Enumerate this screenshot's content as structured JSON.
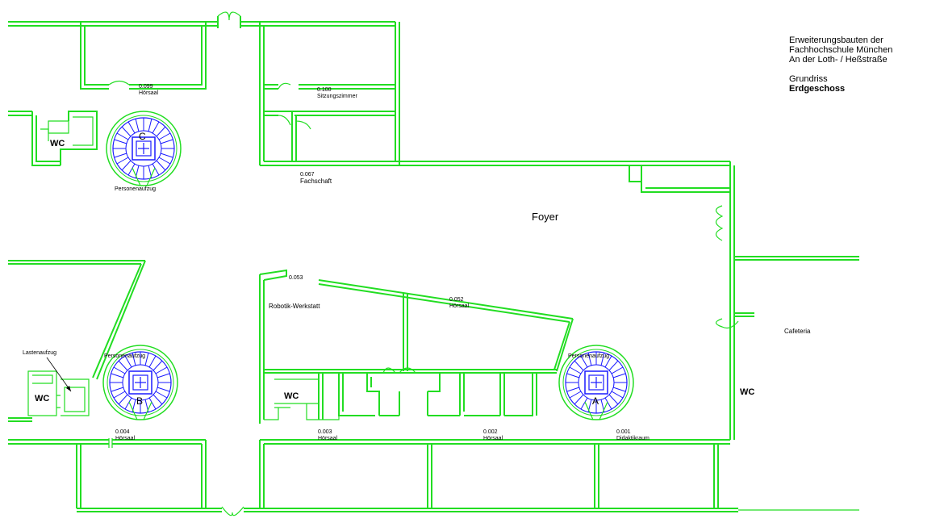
{
  "title_block": {
    "line1": "Erweiterungsbauten der",
    "line2": "Fachhochschule München",
    "line3": "An der Loth- / Heßstraße",
    "line4": "Grundriss",
    "line5": "Erdgeschoss"
  },
  "rooms": {
    "r099": {
      "number": "0.099",
      "name": "Hörsaal"
    },
    "r100": {
      "number": "0.100",
      "name": "Sitzungszimmer"
    },
    "r067": {
      "number": "0.067",
      "name": "Fachschaft"
    },
    "r053": {
      "number": "0.053",
      "name": "Robotik-Werkstatt"
    },
    "r052": {
      "number": "0.052",
      "name": "Hörsaal"
    },
    "r004": {
      "number": "0.004",
      "name": "Hörsaal"
    },
    "r003": {
      "number": "0.003",
      "name": "Hörsaal"
    },
    "r002": {
      "number": "0.002",
      "name": "Hörsaal"
    },
    "r001": {
      "number": "0.001",
      "name": "Didaktikraum"
    }
  },
  "areas": {
    "foyer": "Foyer",
    "cafeteria": "Cafeteria",
    "wc": "WC",
    "lastenaufzug": "Lastenaufzug",
    "personenaufzug": "Personenaufzug"
  },
  "stairs": {
    "a": "A",
    "b": "B",
    "c": "C"
  },
  "colors": {
    "walls": "#22dd22",
    "stairs": "#1a1aff"
  }
}
